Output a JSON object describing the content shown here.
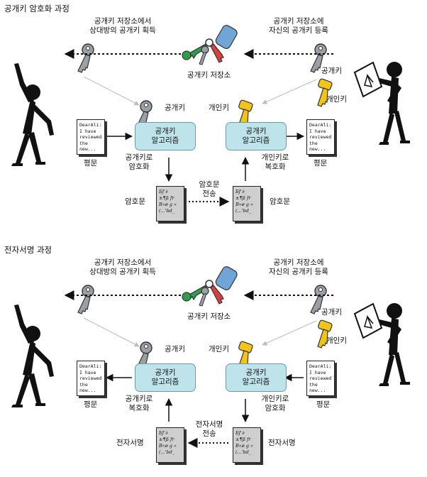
{
  "encryption": {
    "title": "공개키 암호화 과정",
    "sender_fetch_line1": "공개키 저장소에서",
    "sender_fetch_line2": "상대방의 공개키 획득",
    "receiver_register_line1": "공개키 저장소에",
    "receiver_register_line2": "자신의 공개키 등록",
    "repository_label": "공개키 저장소",
    "public_key_right": "공개키",
    "private_key_right": "개인키",
    "public_key_mid": "공개키",
    "private_key_mid": "개인키",
    "algo_left_line1": "공개키",
    "algo_left_line2": "알고리즘",
    "algo_right_line1": "공개키",
    "algo_right_line2": "알고리즘",
    "left_op_line1": "공개키로",
    "left_op_line2": "암호화",
    "right_op_line1": "개인키로",
    "right_op_line2": "복호화",
    "plaintext_left": "평문",
    "plaintext_right": "평문",
    "ciphertext_left": "암호문",
    "ciphertext_right": "암호문",
    "transmit_line1": "암호문",
    "transmit_line2": "전송"
  },
  "signature": {
    "title": "전자서명 과정",
    "sender_fetch_line1": "공개키 저장소에서",
    "sender_fetch_line2": "상대방의 공개키 획득",
    "receiver_register_line1": "공개키 저장소에",
    "receiver_register_line2": "자신의 공개키 등록",
    "repository_label": "공개키 저장소",
    "public_key_right": "공개키",
    "private_key_right": "개인키",
    "public_key_mid": "공개키",
    "private_key_mid": "개인키",
    "algo_left_line1": "공개키",
    "algo_left_line2": "알고리즘",
    "algo_right_line1": "공개키",
    "algo_right_line2": "알고리즘",
    "left_op_line1": "공개키로",
    "left_op_line2": "복호화",
    "right_op_line1": "개인키로",
    "right_op_line2": "암호화",
    "plaintext_left": "평문",
    "plaintext_right": "평문",
    "ciphertext_left": "전자서명",
    "ciphertext_right": "전자서명",
    "transmit_line1": "전자서명",
    "transmit_line2": "전송"
  },
  "document_text": [
    "DearAli:",
    "I have",
    "reviewed",
    "the new..."
  ],
  "cipher_text": [
    "Бƒ ∂",
    "±¶ß fr",
    "B«ø g «",
    "(...'bd_"
  ],
  "colors": {
    "algo_fill": "#bfe3ea",
    "public_key": "#9aa0a6",
    "private_key": "#f0c419",
    "repo_key_blue": "#6fa6d6",
    "repo_key_red": "#d94040",
    "repo_key_green": "#2f9e4a"
  }
}
